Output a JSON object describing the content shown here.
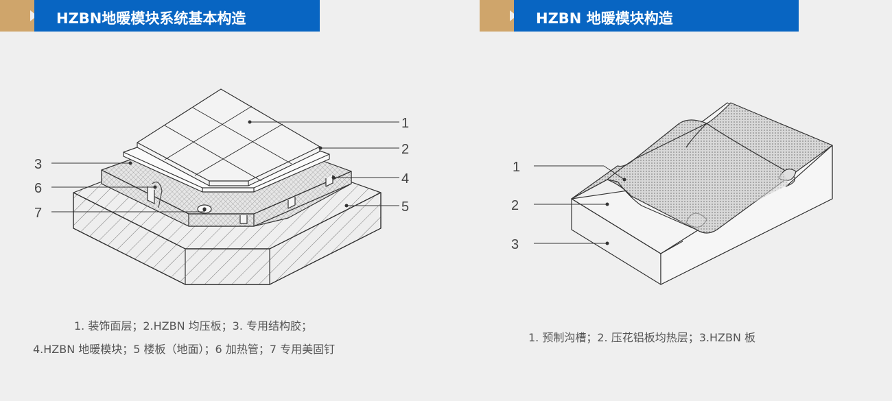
{
  "left_panel": {
    "title": "HZBN地暖模块系统基本构造",
    "callouts": [
      "1",
      "2",
      "3",
      "4",
      "5",
      "6",
      "7"
    ],
    "caption_line1": "1. 装饰面层；2.HZBN 均压板；3. 专用结构胶；",
    "caption_line2": "4.HZBN 地暖模块；5 楼板（地面）；6 加热管；7 专用美固钉"
  },
  "right_panel": {
    "title": "HZBN 地暖模块构造",
    "callouts": [
      "1",
      "2",
      "3"
    ],
    "caption": "1. 预制沟槽；2. 压花铝板均热层；3.HZBN 板"
  },
  "colors": {
    "header_blue": "#0865c2",
    "header_tan": "#cfa56b",
    "background": "#efefef",
    "line": "#333333"
  }
}
